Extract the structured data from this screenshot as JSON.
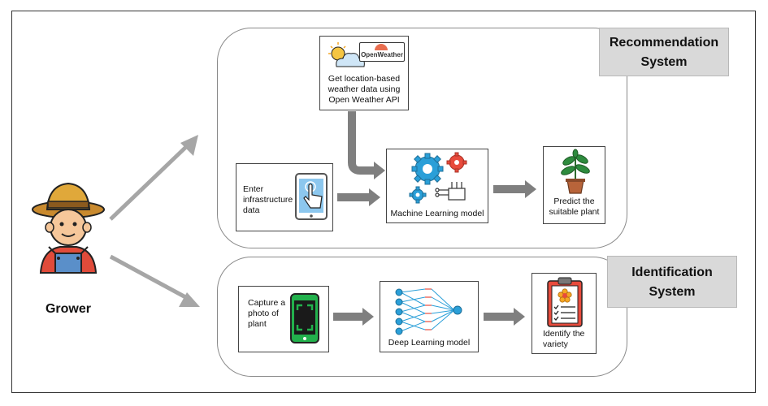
{
  "grower": {
    "label": "Grower"
  },
  "recommendation": {
    "title_line1": "Recommendation",
    "title_line2": "System",
    "weather": {
      "logo_text": "OpenWeather",
      "line1": "Get location-based",
      "line2": "weather data using",
      "line3": "Open Weather API"
    },
    "input": {
      "line1": "Enter",
      "line2": "infrastructure",
      "line3": "data"
    },
    "model": {
      "label": "Machine Learning model"
    },
    "output": {
      "line1": "Predict the",
      "line2": "suitable plant"
    }
  },
  "identification": {
    "title_line1": "Identification",
    "title_line2": "System",
    "input": {
      "line1": "Capture a",
      "line2": "photo of",
      "line3": "plant"
    },
    "model": {
      "label": "Deep Learning model"
    },
    "output": {
      "line1": "Identify the",
      "line2": "variety"
    }
  },
  "colors": {
    "panel_border": "#8a8a8a",
    "tag_fill": "#d9d9d9",
    "arrow_gray": "#999999",
    "gear_blue": "#2a9fd8",
    "gear_red": "#e84b3c",
    "phone_green": "#22b14c",
    "plant_green": "#2e8b3e"
  }
}
